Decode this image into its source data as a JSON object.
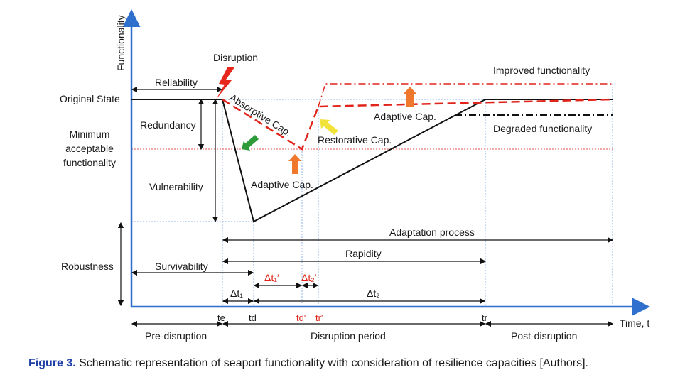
{
  "axes": {
    "y_label": "Functionality",
    "x_label": "Time, t"
  },
  "levels": {
    "original_state": "Original State",
    "minimum_acceptable": [
      "Minimum",
      "acceptable",
      "functionality"
    ],
    "robustness": "Robustness"
  },
  "annotations": {
    "disruption": "Disruption",
    "reliability": "Reliability",
    "redundancy": "Redundancy",
    "vulnerability": "Vulnerability",
    "absorptive_cap": "Absorptive Cap.",
    "adaptive_cap_bottom": "Adaptive Cap.",
    "adaptive_cap_top": "Adaptive Cap.",
    "restorative_cap": "Restorative Cap.",
    "improved_functionality": "Improved functionality",
    "degraded_functionality": "Degraded functionality",
    "adaptation_process": "Adaptation process",
    "rapidity": "Rapidity",
    "survivability": "Survivability",
    "delta_t1_prime": "Δt₁′",
    "delta_t2_prime": "Δt₂′",
    "delta_t1": "Δt₁",
    "delta_t2": "Δt₂"
  },
  "time_ticks": {
    "te": "te",
    "td": "td",
    "td_prime": "td′",
    "tr_prime": "tr′",
    "tr": "tr"
  },
  "periods": {
    "pre": "Pre-disruption",
    "during": "Disruption period",
    "post": "Post-disruption"
  },
  "caption": {
    "figure_label": "Figure 3.",
    "text": " Schematic representation of seaport functionality with consideration of resilience capacities [Authors]."
  },
  "colors": {
    "axis": "#2f6fce",
    "curve": "#111111",
    "dashed_red": "#e0241b",
    "grid_blue": "#8fb3e6",
    "min_line": "#e05050",
    "arrow_orange": "#f0782d",
    "arrow_green": "#2e9b3a",
    "arrow_yellow": "#f2e33a",
    "bolt": "#e8271c"
  }
}
